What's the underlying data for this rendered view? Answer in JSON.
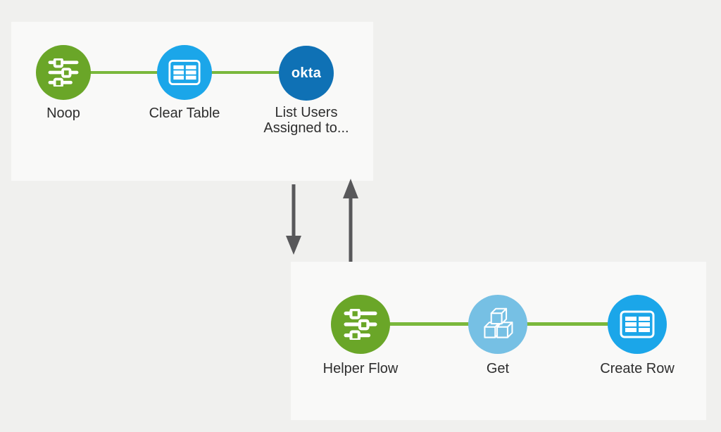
{
  "colors": {
    "background": "#f0f0ee",
    "card_background": "#f9f9f8",
    "connector_green": "#7ab83c",
    "node_green": "#6aa628",
    "node_blue": "#1ba6e9",
    "node_okta_blue": "#0f71b5",
    "node_light_blue": "#76c0e4",
    "arrow_gray": "#58585a",
    "label_text": "#2e2e2e"
  },
  "top_flow": {
    "nodes": [
      {
        "label": "Noop",
        "icon": "sliders-icon",
        "color": "#6aa628"
      },
      {
        "label": "Clear Table",
        "icon": "table-icon",
        "color": "#1ba6e9"
      },
      {
        "label_line1": "List Users",
        "label_line2": "Assigned to...",
        "icon": "okta-logo",
        "logo_text": "okta",
        "color": "#0f71b5"
      }
    ]
  },
  "bottom_flow": {
    "nodes": [
      {
        "label": "Helper Flow",
        "icon": "sliders-icon",
        "color": "#6aa628"
      },
      {
        "label": "Get",
        "icon": "cubes-icon",
        "color": "#76c0e4"
      },
      {
        "label": "Create Row",
        "icon": "table-icon",
        "color": "#1ba6e9"
      }
    ]
  },
  "connectors": {
    "arrows": [
      {
        "direction": "down",
        "color": "#58585a"
      },
      {
        "direction": "up",
        "color": "#58585a"
      }
    ]
  }
}
